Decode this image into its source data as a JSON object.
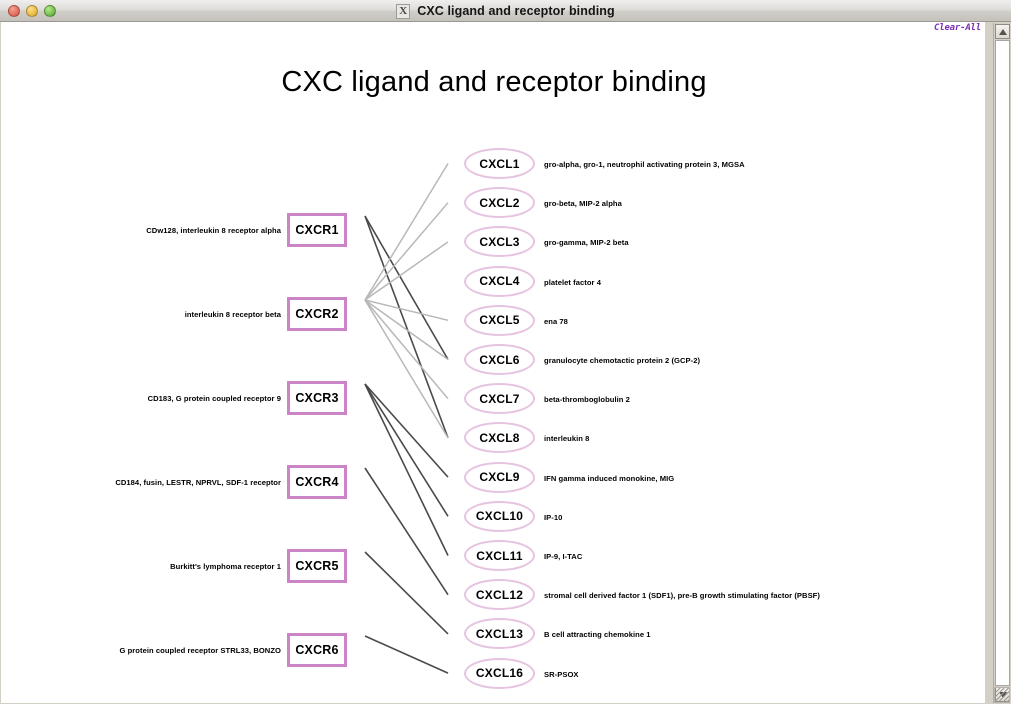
{
  "window": {
    "title": "CXC ligand and receptor binding",
    "app_icon": "x-window-icon",
    "buttons": {
      "close": "close-button",
      "minimize": "minimize-button",
      "zoom": "zoom-button"
    }
  },
  "toolbar": {
    "clear_all_label": "Clear-All"
  },
  "diagram": {
    "title": "CXC ligand and receptor binding",
    "receptor_border_color": "#cc84c9",
    "ligand_border_color": "#e6c3e0",
    "edge_color_dark": "#4a4a4a",
    "edge_color_light": "#b8b8b8",
    "receptors": [
      {
        "id": "CXCR1",
        "label": "CXCR1",
        "alias": "CDw128, interleukin 8 receptor alpha"
      },
      {
        "id": "CXCR2",
        "label": "CXCR2",
        "alias": "interleukin 8 receptor beta"
      },
      {
        "id": "CXCR3",
        "label": "CXCR3",
        "alias": "CD183, G protein coupled receptor 9"
      },
      {
        "id": "CXCR4",
        "label": "CXCR4",
        "alias": "CD184, fusin, LESTR, NPRVL, SDF-1 receptor"
      },
      {
        "id": "CXCR5",
        "label": "CXCR5",
        "alias": "Burkitt's lymphoma receptor 1"
      },
      {
        "id": "CXCR6",
        "label": "CXCR6",
        "alias": "G protein coupled receptor STRL33, BONZO"
      }
    ],
    "ligands": [
      {
        "id": "CXCL1",
        "label": "CXCL1",
        "alias": "gro-alpha, gro-1, neutrophil activating protein 3, MGSA"
      },
      {
        "id": "CXCL2",
        "label": "CXCL2",
        "alias": "gro-beta, MIP-2 alpha"
      },
      {
        "id": "CXCL3",
        "label": "CXCL3",
        "alias": "gro-gamma, MIP-2 beta"
      },
      {
        "id": "CXCL4",
        "label": "CXCL4",
        "alias": "platelet factor 4"
      },
      {
        "id": "CXCL5",
        "label": "CXCL5",
        "alias": "ena 78"
      },
      {
        "id": "CXCL6",
        "label": "CXCL6",
        "alias": "granulocyte chemotactic protein 2 (GCP-2)"
      },
      {
        "id": "CXCL7",
        "label": "CXCL7",
        "alias": "beta-thromboglobulin 2"
      },
      {
        "id": "CXCL8",
        "label": "CXCL8",
        "alias": "interleukin 8"
      },
      {
        "id": "CXCL9",
        "label": "CXCL9",
        "alias": "IFN gamma induced monokine, MIG"
      },
      {
        "id": "CXCL10",
        "label": "CXCL10",
        "alias": "IP-10"
      },
      {
        "id": "CXCL11",
        "label": "CXCL11",
        "alias": "IP-9, I-TAC"
      },
      {
        "id": "CXCL12",
        "label": "CXCL12",
        "alias": "stromal cell derived factor 1 (SDF1), pre-B growth stimulating factor (PBSF)"
      },
      {
        "id": "CXCL13",
        "label": "CXCL13",
        "alias": "B cell attracting chemokine 1"
      },
      {
        "id": "CXCL16",
        "label": "CXCL16",
        "alias": "SR-PSOX"
      }
    ],
    "bindings": [
      {
        "receptor": "CXCR1",
        "ligand": "CXCL6",
        "weight": "strong"
      },
      {
        "receptor": "CXCR1",
        "ligand": "CXCL8",
        "weight": "strong"
      },
      {
        "receptor": "CXCR2",
        "ligand": "CXCL1",
        "weight": "weak"
      },
      {
        "receptor": "CXCR2",
        "ligand": "CXCL2",
        "weight": "weak"
      },
      {
        "receptor": "CXCR2",
        "ligand": "CXCL3",
        "weight": "weak"
      },
      {
        "receptor": "CXCR2",
        "ligand": "CXCL5",
        "weight": "weak"
      },
      {
        "receptor": "CXCR2",
        "ligand": "CXCL6",
        "weight": "weak"
      },
      {
        "receptor": "CXCR2",
        "ligand": "CXCL7",
        "weight": "weak"
      },
      {
        "receptor": "CXCR2",
        "ligand": "CXCL8",
        "weight": "weak"
      },
      {
        "receptor": "CXCR3",
        "ligand": "CXCL9",
        "weight": "strong"
      },
      {
        "receptor": "CXCR3",
        "ligand": "CXCL10",
        "weight": "strong"
      },
      {
        "receptor": "CXCR3",
        "ligand": "CXCL11",
        "weight": "strong"
      },
      {
        "receptor": "CXCR4",
        "ligand": "CXCL12",
        "weight": "strong"
      },
      {
        "receptor": "CXCR5",
        "ligand": "CXCL13",
        "weight": "strong"
      },
      {
        "receptor": "CXCR6",
        "ligand": "CXCL16",
        "weight": "strong"
      }
    ]
  },
  "scrollbar": {
    "up_arrow": "scroll-up-arrow",
    "down_arrow": "scroll-down-arrow"
  }
}
